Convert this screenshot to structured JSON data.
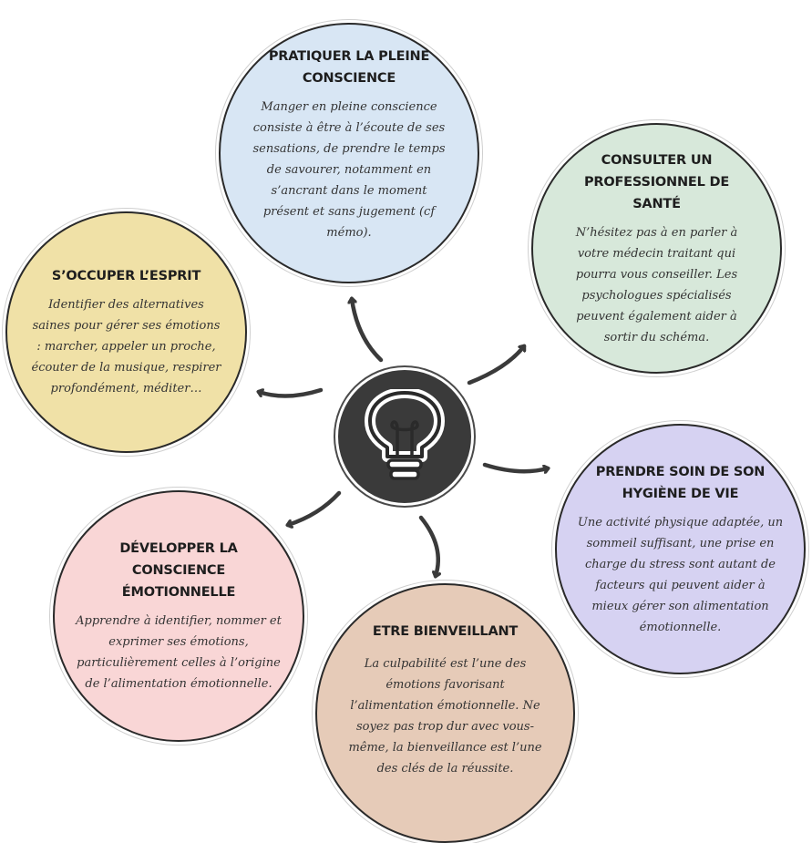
{
  "colors": {
    "mindful": "#d8e6f4",
    "professional": "#d7e8da",
    "mind": "#f0e1a7",
    "hygiene": "#d6d2f2",
    "awareness": "#f9d6d6",
    "kind": "#e6cbb8",
    "center": "#3a3a3a",
    "outline": "#2a2a2a"
  },
  "center": {
    "icon": "lightbulb-icon"
  },
  "bubbles": {
    "mindful": {
      "title": "PRATIQUER LA PLEINE CONSCIENCE",
      "text": "Manger en pleine conscience consiste à être à l’écoute de ses sensations, de prendre le temps de savourer, notamment en s’ancrant dans le moment présent et sans jugement (cf mémo)."
    },
    "professional": {
      "title": "CONSULTER UN PROFESSIONNEL DE SANTÉ",
      "text": "N’hésitez pas à en parler à votre médecin traitant qui pourra vous conseiller. Les psychologues spécialisés peuvent également aider à sortir du schéma."
    },
    "mind": {
      "title": "S’OCCUPER L’ESPRIT",
      "text": "Identifier des alternatives saines pour gérer ses émotions : marcher, appeler un proche, écouter de la musique, respirer profondément, méditer…"
    },
    "hygiene": {
      "title": "PRENDRE SOIN DE SON HYGIÈNE DE VIE",
      "text": "Une activité physique adaptée, un sommeil suffisant, une prise en charge du stress sont autant de facteurs qui peuvent aider à mieux gérer son alimentation émotionnelle."
    },
    "awareness": {
      "title": "DÉVELOPPER LA CONSCIENCE ÉMOTIONNELLE",
      "text": "Apprendre à identifier, nommer et exprimer ses émotions, particulièrement celles à l’origine de l’alimentation émotionnelle."
    },
    "kind": {
      "title": "ETRE BIENVEILLANT",
      "text": "La culpabilité est l’une des émotions favorisant l’alimentation émotionnelle. Ne soyez pas trop dur avec vous-même, la bienveillance est l’une des clés de la réussite."
    }
  }
}
